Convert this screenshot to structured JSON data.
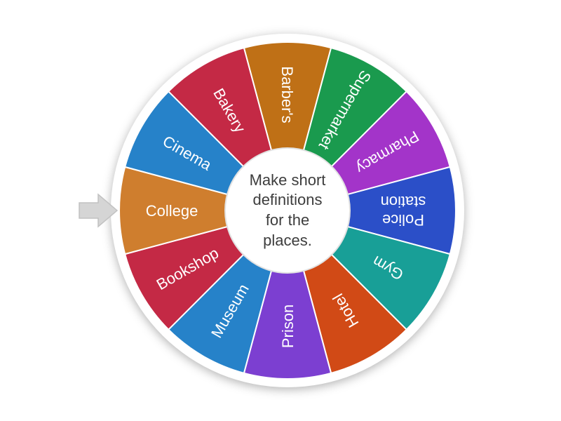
{
  "page": {
    "background_color": "#ffffff"
  },
  "center": {
    "text": "Make short definitions for the places.",
    "lines": [
      "Make short",
      "definitions",
      "for the",
      "places."
    ],
    "text_color": "#3d3d3d",
    "circle_color": "#ffffff",
    "circle_border_color": "#e2e2e2"
  },
  "pointer": {
    "icon": "arrow-right-icon",
    "color": "#d5d5d5",
    "border_color": "#c2c2c2"
  },
  "wheel_data": {
    "type": "wheel",
    "direction": "clockwise",
    "start_angle_deg": 90,
    "segment_count": 12,
    "label_color": "#ffffff",
    "separator_color": "#ffffff",
    "segments": [
      {
        "label": "Barber's",
        "color": "#bf7016"
      },
      {
        "label": "Supermarket",
        "color": "#1a9a4e"
      },
      {
        "label": "Pharmacy",
        "color": "#a334c9"
      },
      {
        "label": "Police station",
        "color": "#2b4fc8"
      },
      {
        "label": "Gym",
        "color": "#189f97"
      },
      {
        "label": "Hotel",
        "color": "#d14a16"
      },
      {
        "label": "Prison",
        "color": "#7c3fd1"
      },
      {
        "label": "Museum",
        "color": "#2682c9"
      },
      {
        "label": "Bookshop",
        "color": "#c42945"
      },
      {
        "label": "College",
        "color": "#cf7e2e"
      },
      {
        "label": "Cinema",
        "color": "#2682c9"
      },
      {
        "label": "Bakery",
        "color": "#c42945"
      }
    ]
  }
}
